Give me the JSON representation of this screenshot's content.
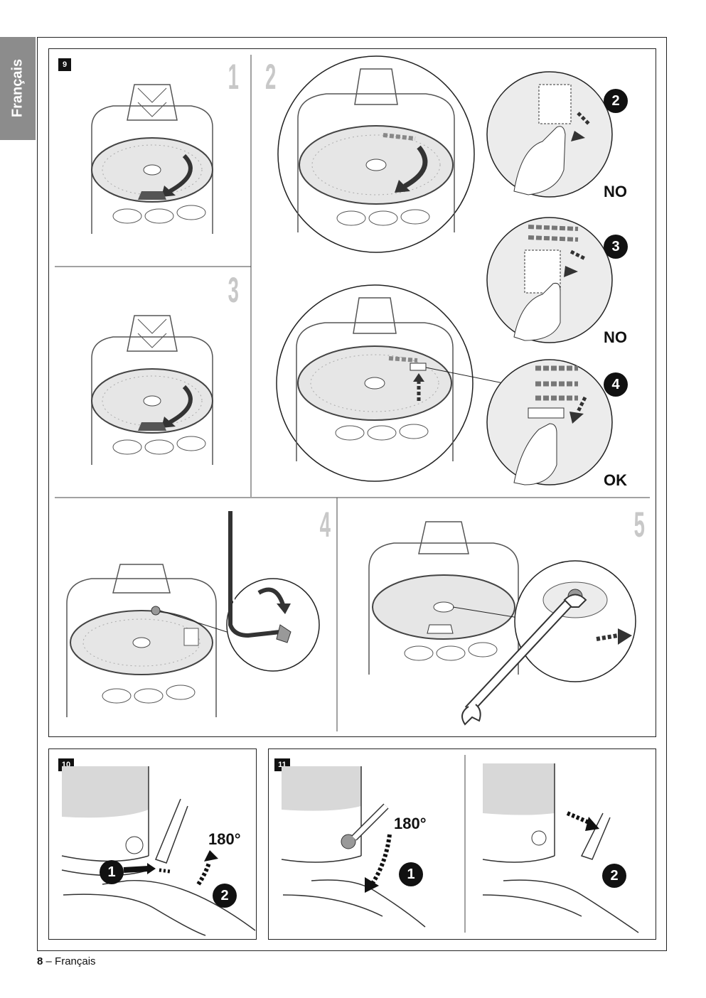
{
  "side_tab": "Français",
  "fig9": {
    "number": "9",
    "steps": [
      "1",
      "2",
      "3",
      "4",
      "5"
    ],
    "labels": [
      "NO",
      "NO",
      "OK"
    ],
    "badges": [
      "2",
      "3",
      "4"
    ]
  },
  "fig10": {
    "number": "10",
    "angle": "180°",
    "badges": [
      "1",
      "2"
    ]
  },
  "fig11": {
    "number": "11",
    "angle": "180°",
    "badges": [
      "1",
      "2"
    ]
  },
  "footer": {
    "page": "8",
    "sep": " – ",
    "language": "Français"
  }
}
